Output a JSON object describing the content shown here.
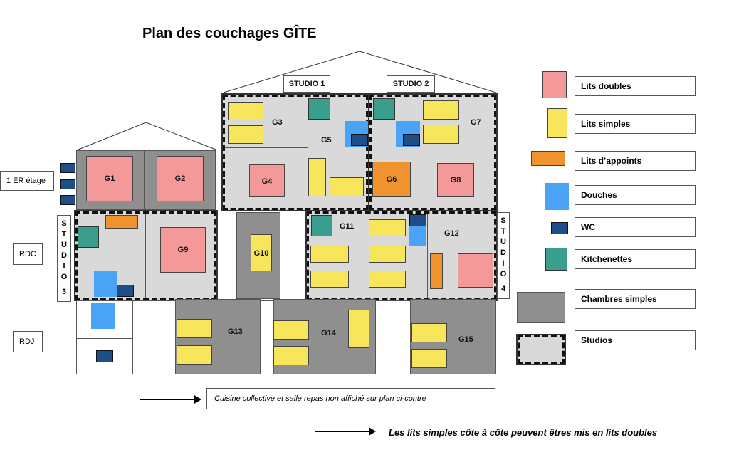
{
  "title": "Plan des couchages GÎTE",
  "roof_labels": {
    "studio1": "STUDIO 1",
    "studio2": "STUDIO 2"
  },
  "floors": {
    "first": "1 ER étage",
    "rdc": "RDC",
    "rdj": "RDJ"
  },
  "side_studios": {
    "studio3": [
      "S",
      "T",
      "U",
      "D",
      "I",
      "O",
      "3"
    ],
    "studio4": [
      "S",
      "T",
      "U",
      "D",
      "I",
      "O",
      "4"
    ]
  },
  "rooms": {
    "g1": "G1",
    "g2": "G2",
    "g3": "G3",
    "g4": "G4",
    "g5": "G5",
    "g6": "G6",
    "g7": "G7",
    "g8": "G8",
    "g9": "G9",
    "g10": "G10",
    "g11": "G11",
    "g12": "G12",
    "g13": "G13",
    "g14": "G14",
    "g15": "G15"
  },
  "legend": {
    "doubles": "Lits doubles",
    "simples": "Lits simples",
    "appoints": "Lits d’appoints",
    "douches": "Douches",
    "wc": "WC",
    "kitchenettes": "Kitchenettes",
    "chambres": "Chambres simples",
    "studios": "Studios"
  },
  "colors": {
    "double": "#f4999a",
    "single": "#f7e55b",
    "appoint": "#f0932f",
    "shower": "#4aa3f5",
    "wc": "#1f4e86",
    "kitchenette": "#3a9e8e",
    "room_simple": "#8f8f8f",
    "studio": "#d9d9d9"
  },
  "notes": {
    "cuisine": "Cuisine collective et salle repas non affiché sur plan ci-contre",
    "lits": "Les lits simples côte à côte peuvent êtres mis en lits doubles"
  }
}
